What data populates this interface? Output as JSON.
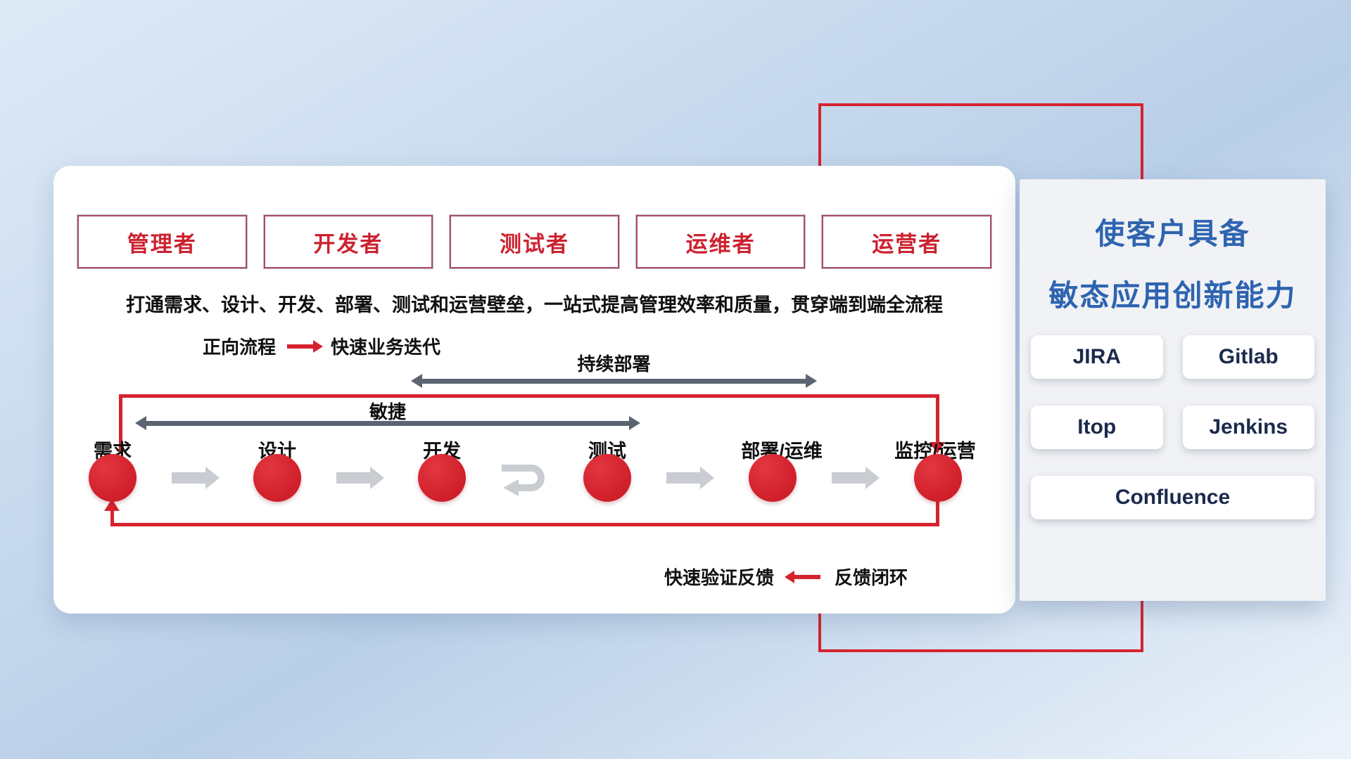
{
  "card": {
    "roles": [
      "管理者",
      "开发者",
      "测试者",
      "运维者",
      "运营者"
    ],
    "description": "打通需求、设计、开发、部署、测试和运营壁垒，一站式提高管理效率和质量，贯穿端到端全流程",
    "forward_legend": {
      "label": "正向流程",
      "text": "快速业务迭代"
    },
    "feedback_legend": {
      "label": "快速验证反馈",
      "text": "反馈闭环"
    },
    "flow": {
      "stages": [
        "需求",
        "设计",
        "开发",
        "测试",
        "部署/运维",
        "监控/运营"
      ],
      "agile_label": "敏捷",
      "continuous_deploy_label": "持续部署"
    }
  },
  "panel": {
    "title_line1": "使客户具备",
    "title_line2": "敏态应用创新能力",
    "tools": [
      "JIRA",
      "Gitlab",
      "Itop",
      "Jenkins",
      "Confluence"
    ]
  },
  "colors": {
    "accent_red": "#d5232e",
    "title_blue": "#2e64b0",
    "role_text_red": "#cc2230",
    "arrow_gray": "#c9cdd2",
    "dark_arrow_gray": "#5b6572",
    "panel_bg": "#f1f2f5"
  }
}
